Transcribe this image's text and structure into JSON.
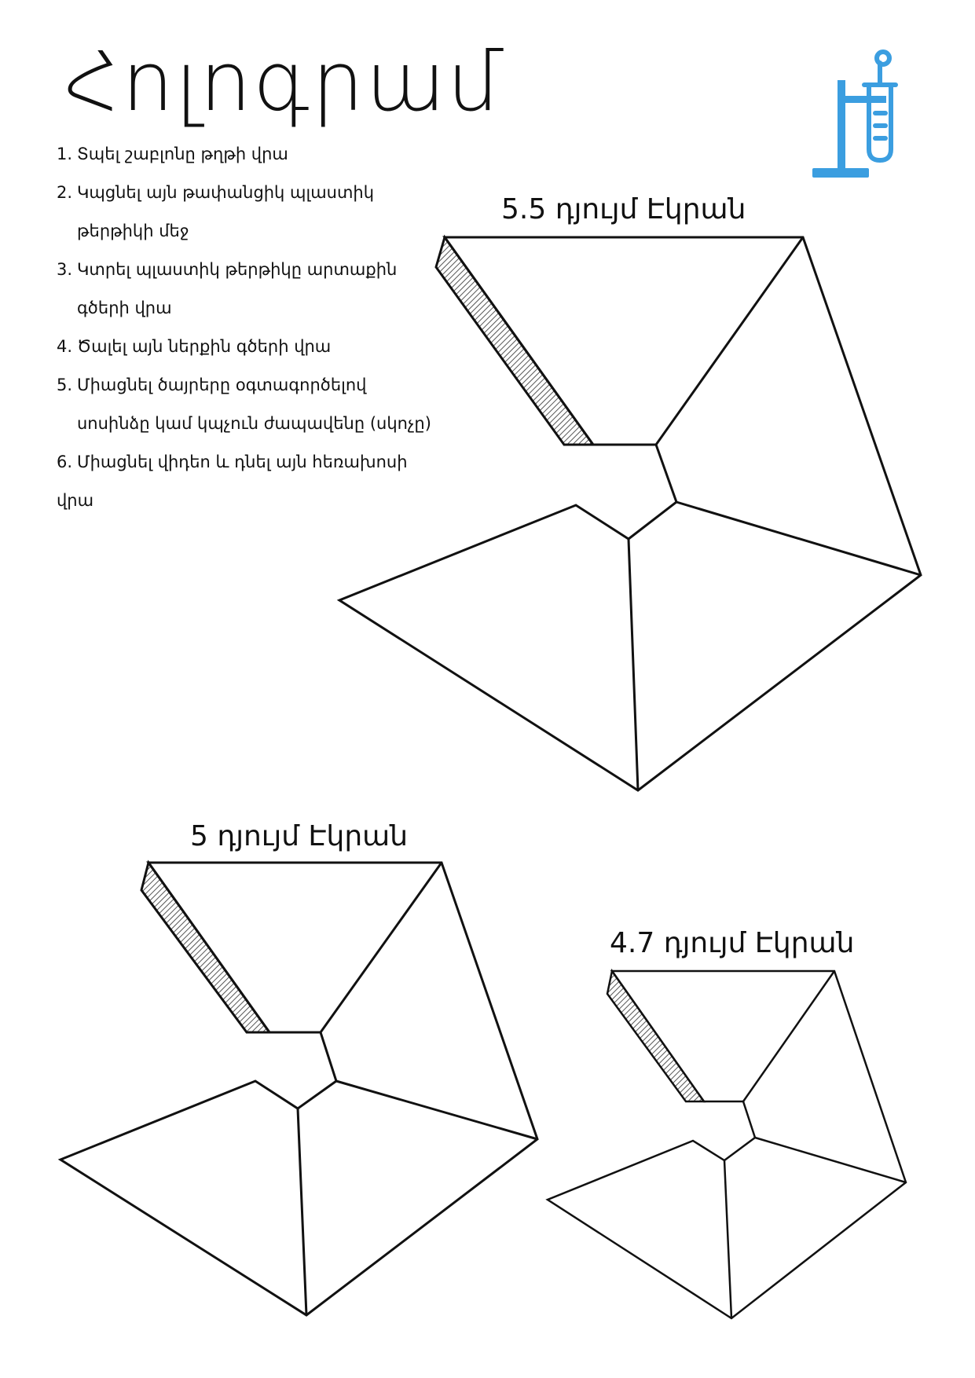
{
  "title": "Հոլոգրամ",
  "steps": [
    {
      "number": "1.",
      "lines": [
        "Տպել շաբլոնը թղթի վրա"
      ]
    },
    {
      "number": "2.",
      "lines": [
        "Կպցնել այն թափանցիկ պլաստիկ",
        "թերթիկի մեջ"
      ]
    },
    {
      "number": "3.",
      "lines": [
        "Կտրել պլաստիկ թերթիկը արտաքին",
        "գծերի վրա"
      ]
    },
    {
      "number": "4.",
      "lines": [
        "Ծալել այն ներքին գծերի վրա"
      ]
    },
    {
      "number": "5.",
      "lines": [
        "Միացնել ծայրերը օգտագործելով",
        "սոսինձը կամ կպչուն ժապավենը (սկոչը)"
      ]
    },
    {
      "number": "6.",
      "lines": [
        "Միացնել վիդեո և դնել այն հեռախոսի վրա"
      ]
    }
  ],
  "templates": {
    "large": {
      "label": "5.5 դյույմ Էկրան"
    },
    "medium": {
      "label": "5 դյույմ Էկրան"
    },
    "small": {
      "label": "4.7 դյույմ Էկրան"
    }
  },
  "logo": {
    "icon": "test-tube-stand-icon",
    "color": "#3b9ee0"
  },
  "colors": {
    "line": "#111111",
    "hatch": "#555555"
  }
}
